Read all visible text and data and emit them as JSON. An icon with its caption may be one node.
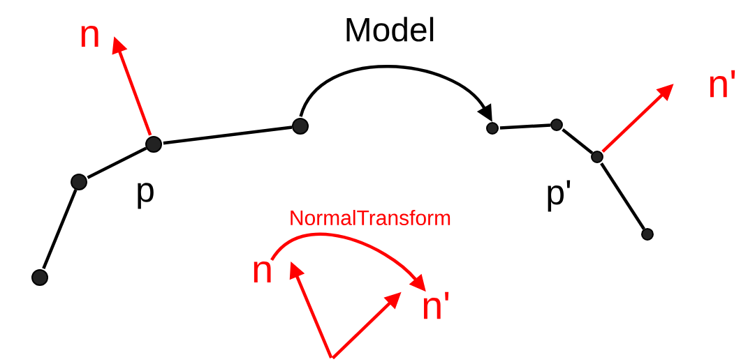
{
  "diagram": {
    "nodes": [
      {
        "text": [],
        "shape": "circle"
      },
      {
        "text": [],
        "shape": "circle"
      },
      {
        "text": [],
        "shape": "circle",
        "beside": [
          "p"
        ]
      },
      {
        "text": [],
        "shape": "circle"
      },
      {
        "text": [],
        "shape": "circle"
      },
      {
        "text": [],
        "shape": "circle"
      },
      {
        "text": [],
        "shape": "circle",
        "beside": [
          "p'"
        ]
      },
      {
        "text": [],
        "shape": "circle"
      },
      {
        "text": [
          "n"
        ]
      },
      {
        "text": [
          "n'"
        ]
      },
      {
        "text": [
          "n"
        ]
      },
      {
        "text": [
          "n'"
        ]
      }
    ],
    "edges": [
      {
        "from": 0,
        "to": 1,
        "arrow": "none"
      },
      {
        "from": 1,
        "to": 2,
        "arrow": "none"
      },
      {
        "from": 2,
        "to": 3,
        "arrow": "none"
      },
      {
        "from": 4,
        "to": 5,
        "arrow": "none"
      },
      {
        "from": 5,
        "to": 6,
        "arrow": "none"
      },
      {
        "from": 6,
        "to": 7,
        "arrow": "none"
      },
      {
        "from": 2,
        "to": 8,
        "arrow": "to",
        "color": "#ff0000"
      },
      {
        "from": 6,
        "to": 9,
        "arrow": "to",
        "color": "#ff0000"
      },
      {
        "from": 3,
        "to": 4,
        "arrow": "to",
        "label": "Model"
      },
      {
        "from": null,
        "to": 10,
        "arrow": "to",
        "color": "#ff0000"
      },
      {
        "from": null,
        "to": 11,
        "arrow": "to",
        "color": "#ff0000"
      },
      {
        "from": 10,
        "to": 11,
        "arrow": "to",
        "label": "NormalTransform",
        "color": "#ff0000"
      }
    ]
  }
}
